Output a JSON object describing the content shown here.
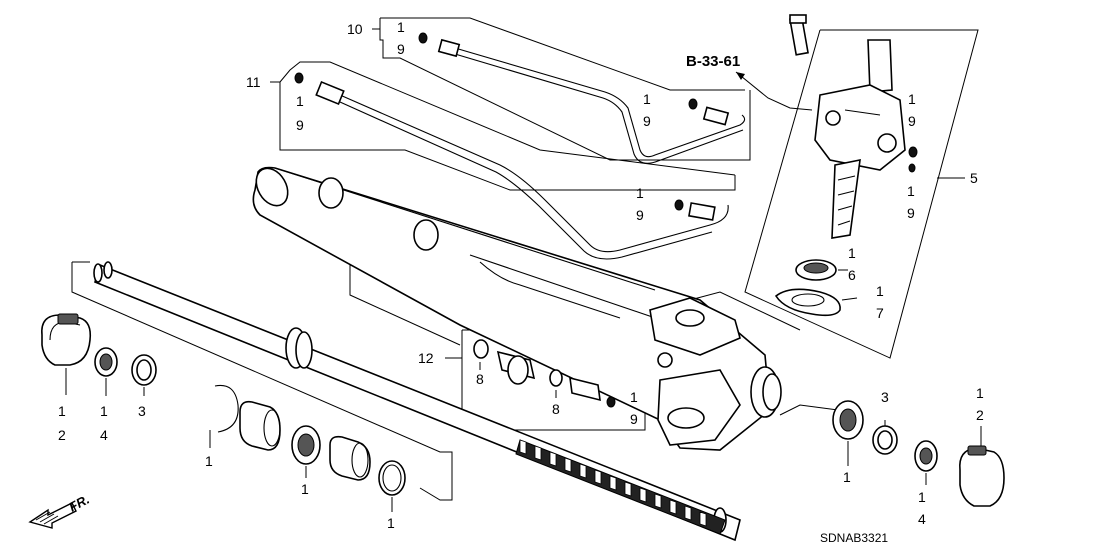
{
  "diagram": {
    "reference": "B-33-61",
    "drawing_code": "SDNAB3321",
    "direction_label": "FR.",
    "callouts": {
      "c1_top": "1",
      "c1_bot": "9",
      "c2_top": "1",
      "c2_bot": "9",
      "c3_top": "1",
      "c3_bot": "9",
      "c4_top": "1",
      "c4_bot": "9",
      "c5_top": "1",
      "c5_bot": "9",
      "c6_top": "1",
      "c6_bot": "9",
      "c7_top": "1",
      "c7_bot": "9",
      "c8_top": "1",
      "c8_bot": "6",
      "c9_top": "1",
      "c9_bot": "7",
      "c10_top": "1",
      "c10_bot": "2",
      "c11_top": "1",
      "c11_bot": "4",
      "c12_top": "1",
      "c12_bot": "2",
      "c13_top": "1",
      "c13_bot": "4",
      "g10": "10",
      "g11": "11",
      "g12": "12",
      "g5": "5",
      "p3a": "3",
      "p3b": "3",
      "p8a": "8",
      "p8b": "8",
      "p1a": "1",
      "p1b": "1",
      "p1c": "1",
      "p1d": "1"
    }
  }
}
